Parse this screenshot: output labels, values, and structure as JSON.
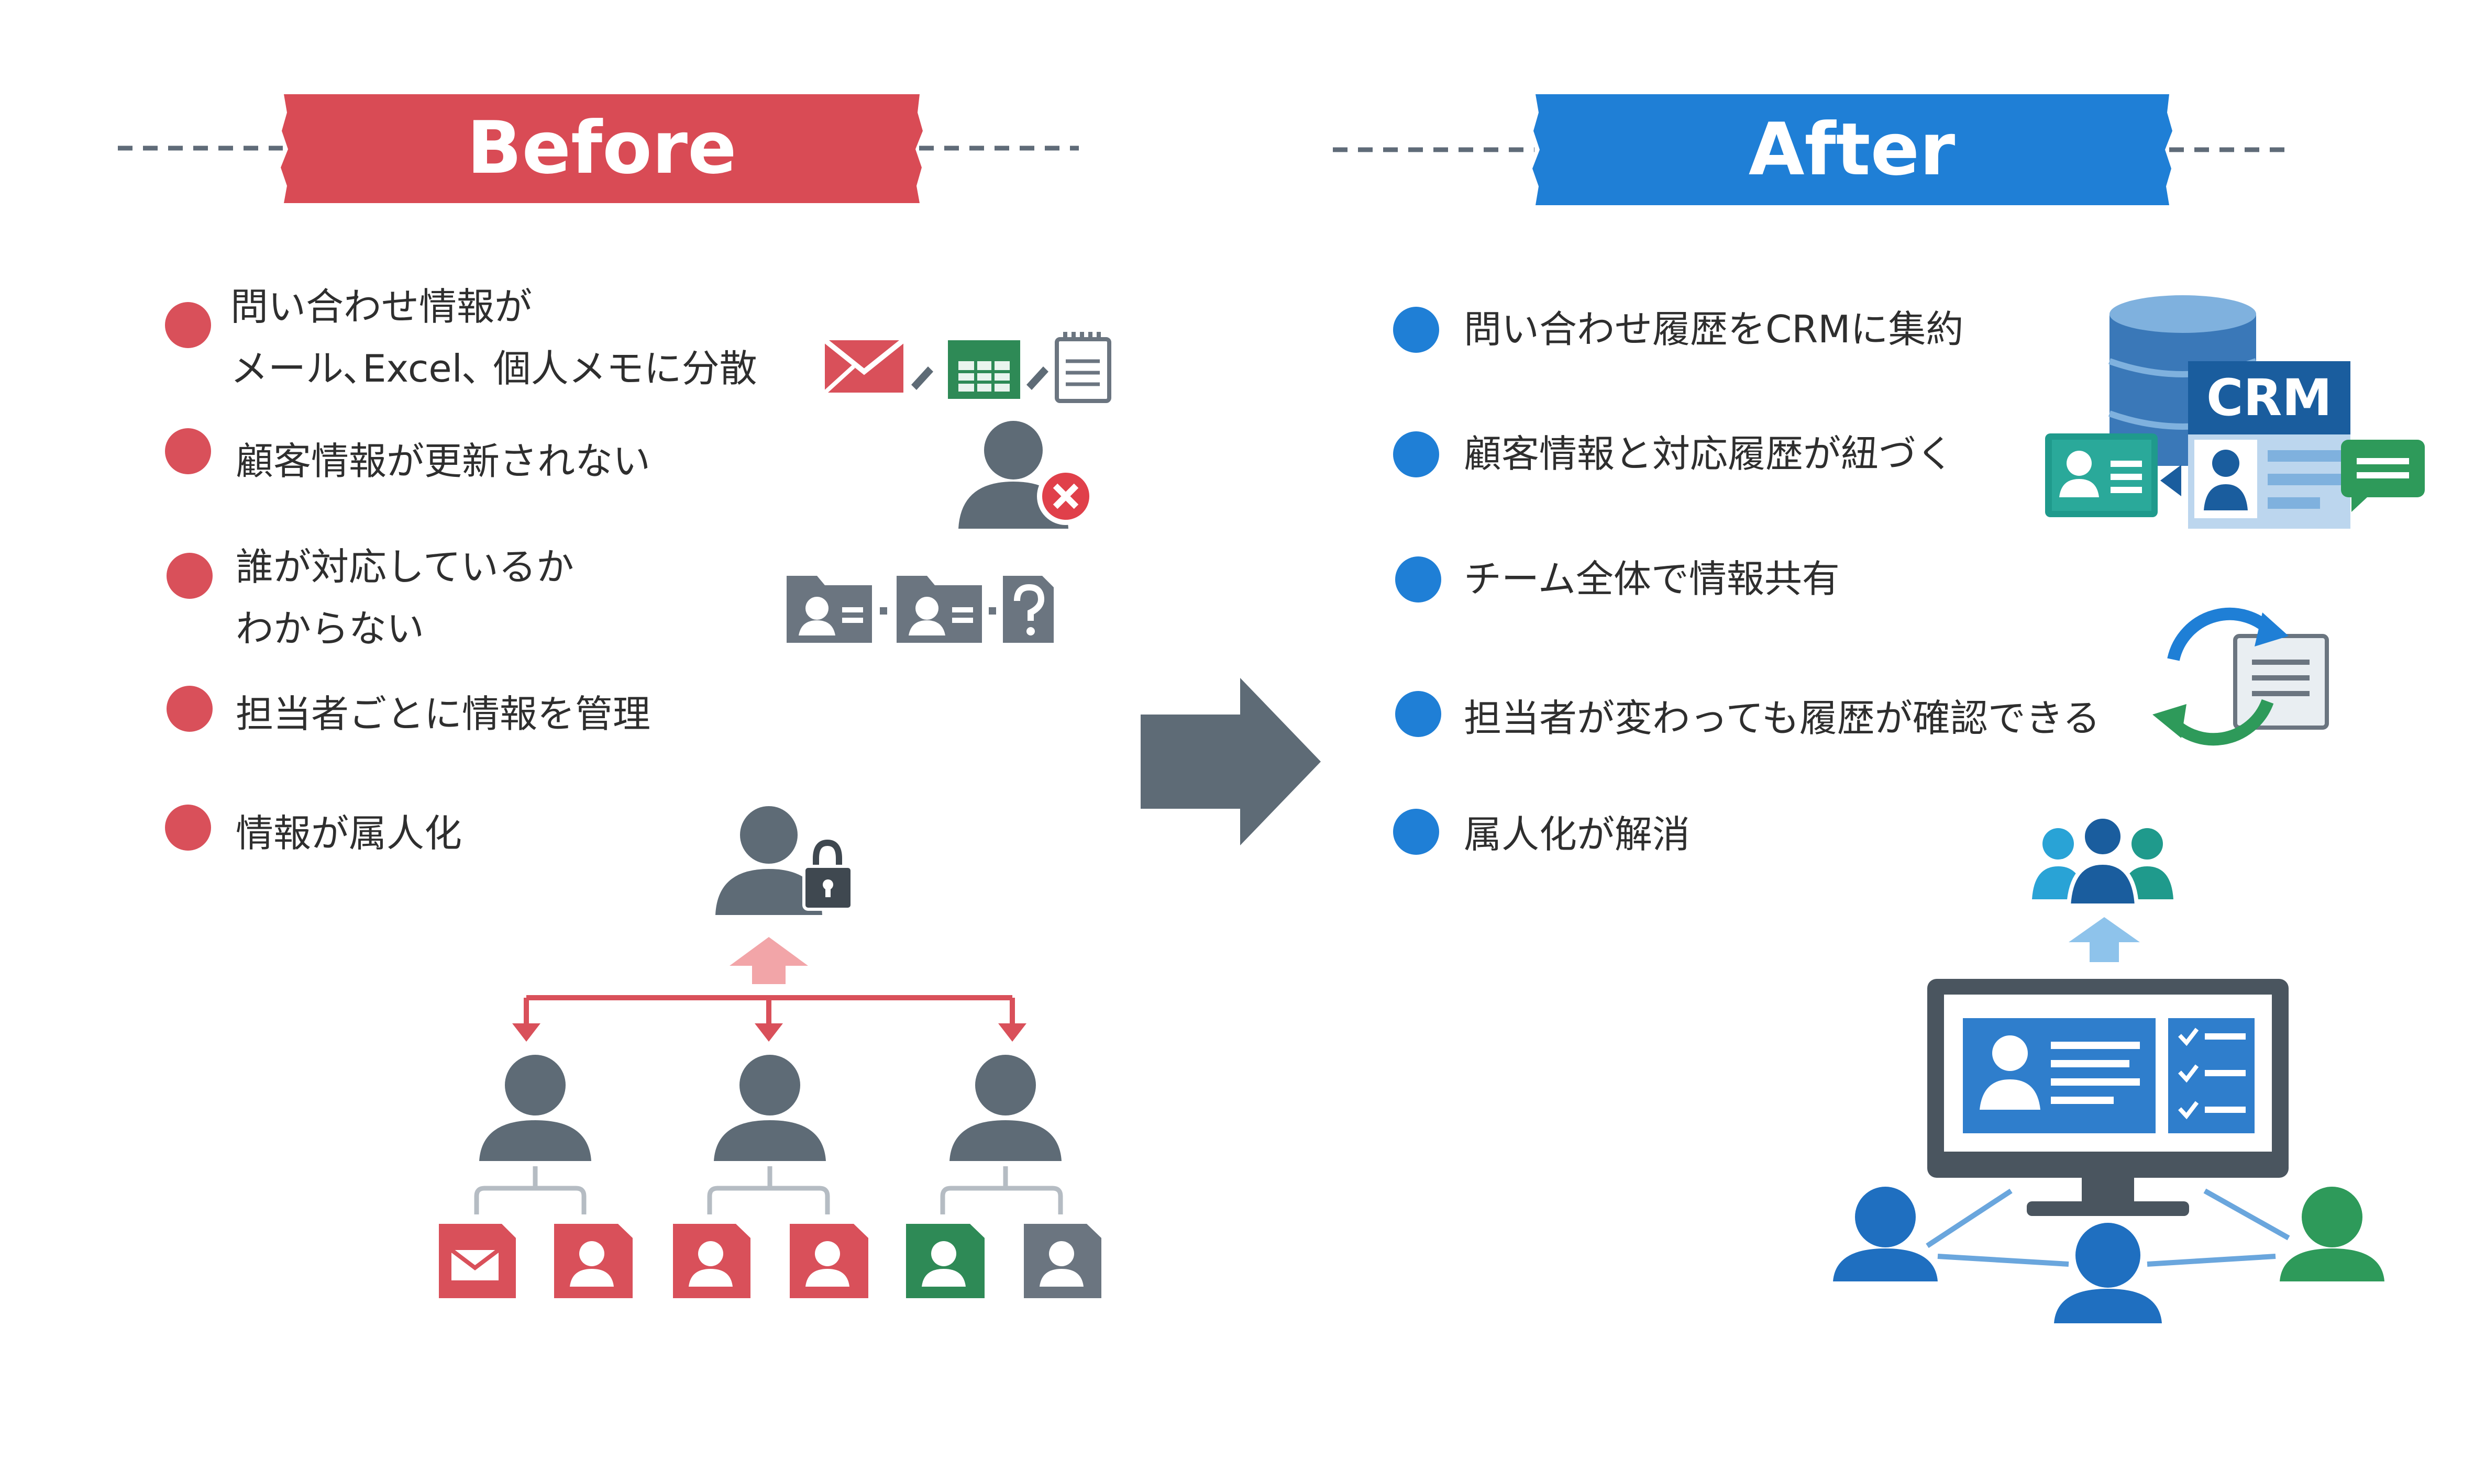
{
  "before": {
    "title": "Before",
    "accent": "#d94b55",
    "items": [
      {
        "lines": [
          "問い合わせ情報が",
          "メール､Excel､ 個人メモに分散"
        ]
      },
      {
        "lines": [
          "顧客情報が更新されない"
        ]
      },
      {
        "lines": [
          "誰が対応しているか",
          "わからない"
        ]
      },
      {
        "lines": [
          "担当者ごとに情報を管理"
        ]
      },
      {
        "lines": [
          "情報が属人化"
        ]
      }
    ]
  },
  "after": {
    "title": "After",
    "accent": "#1f7fd6",
    "items": [
      {
        "lines": [
          "問い合わせ履歴をCRMに集約"
        ]
      },
      {
        "lines": [
          "顧客情報と対応履歴が紐づく"
        ]
      },
      {
        "lines": [
          "チーム全体で情報共有"
        ]
      },
      {
        "lines": [
          "担当者が変わっても履歴が確認できる"
        ]
      },
      {
        "lines": [
          "属人化が解消"
        ]
      }
    ],
    "crm_label": "CRM"
  },
  "icons": [
    "mail-icon",
    "excel-sheet-icon",
    "notepad-icon",
    "user-with-x-icon",
    "contact-card-icon",
    "question-card-icon",
    "user-with-lock-icon",
    "database-icon",
    "sync-document-icon",
    "team-icon",
    "monitor-dashboard-icon"
  ]
}
